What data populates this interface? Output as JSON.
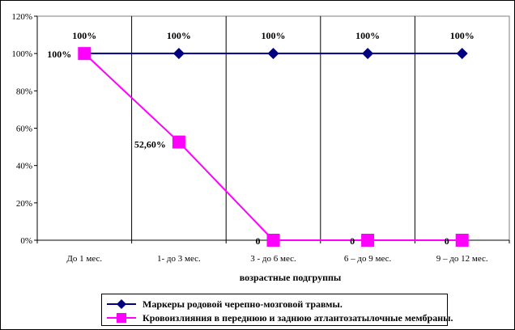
{
  "chart_data": {
    "type": "line",
    "title": "",
    "xlabel": "возрастные подгруппы",
    "ylabel": "",
    "categories": [
      "До 1 мес.",
      "1- до 3 мес.",
      "3 - до 6 мес.",
      "6 – до 9  мес.",
      "9 – до 12  мес."
    ],
    "ylim": [
      0,
      120
    ],
    "yticks": [
      0,
      20,
      40,
      60,
      80,
      100,
      120
    ],
    "ytick_labels": [
      "0%",
      "20%",
      "40%",
      "60%",
      "80%",
      "100%",
      "120%"
    ],
    "grid": "vertical",
    "legend_position": "bottom",
    "series": [
      {
        "name": "Маркеры родовой черепно-мозговой травмы.",
        "values": [
          100,
          100,
          100,
          100,
          100
        ],
        "data_labels": [
          "100%",
          "100%",
          "100%",
          "100%",
          "100%"
        ],
        "color": "#000080",
        "marker": "diamond"
      },
      {
        "name": "Кровоизлияния в переднюю и заднюю атлантозатылочные мембраны.",
        "values": [
          100,
          52.6,
          0,
          0,
          0
        ],
        "data_labels": [
          "100%",
          "52,60%",
          "0",
          "0",
          "0"
        ],
        "color": "#ff00ff",
        "marker": "square"
      }
    ]
  }
}
